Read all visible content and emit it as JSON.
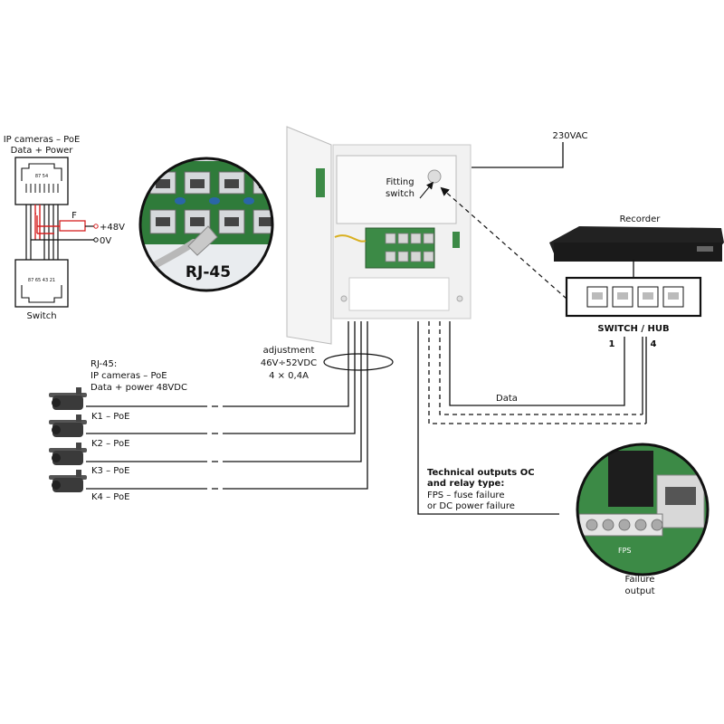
{
  "colors": {
    "line": "#111111",
    "cabinet": "#f1f1f1",
    "board_green": "#3c8a46",
    "pcb_blue": "#2a66a8",
    "fuse_red": "#d62020"
  },
  "wiring_diagram": {
    "top_label_1": "IP cameras – PoE",
    "top_label_2": "Data + Power",
    "top_jack_pins": "87  54",
    "fuse_label": "F",
    "plus_label": "+48V",
    "zero_label": "0V",
    "bottom_jack_pins": "87 65 43 21",
    "bottom_label": "Switch"
  },
  "rj45_zoom": {
    "label": "RJ-45"
  },
  "psu": {
    "fitting_switch_1": "Fitting",
    "fitting_switch_2": "switch",
    "adjustment_1": "adjustment",
    "adjustment_2": "46V÷52VDC",
    "adjustment_3": "4 × 0,4A"
  },
  "cameras": {
    "header_1": "RJ-45:",
    "header_2": "IP cameras – PoE",
    "header_3": "Data + power 48VDC",
    "items": [
      {
        "label": "K1 – PoE"
      },
      {
        "label": "K2 – PoE"
      },
      {
        "label": "K3 – PoE"
      },
      {
        "label": "K4 – PoE"
      }
    ]
  },
  "network": {
    "mains_label": "230VAC",
    "recorder_label": "Recorder",
    "switch_label": "SWITCH / HUB",
    "port_1": "1",
    "port_4": "4",
    "data_label": "Data"
  },
  "outputs": {
    "title_1": "Technical outputs OC",
    "title_2": "and relay type:",
    "line_1": "FPS – fuse failure",
    "line_2": "or DC power failure",
    "zoom_fps": "FPS",
    "failure_1": "Failure",
    "failure_2": "output"
  }
}
